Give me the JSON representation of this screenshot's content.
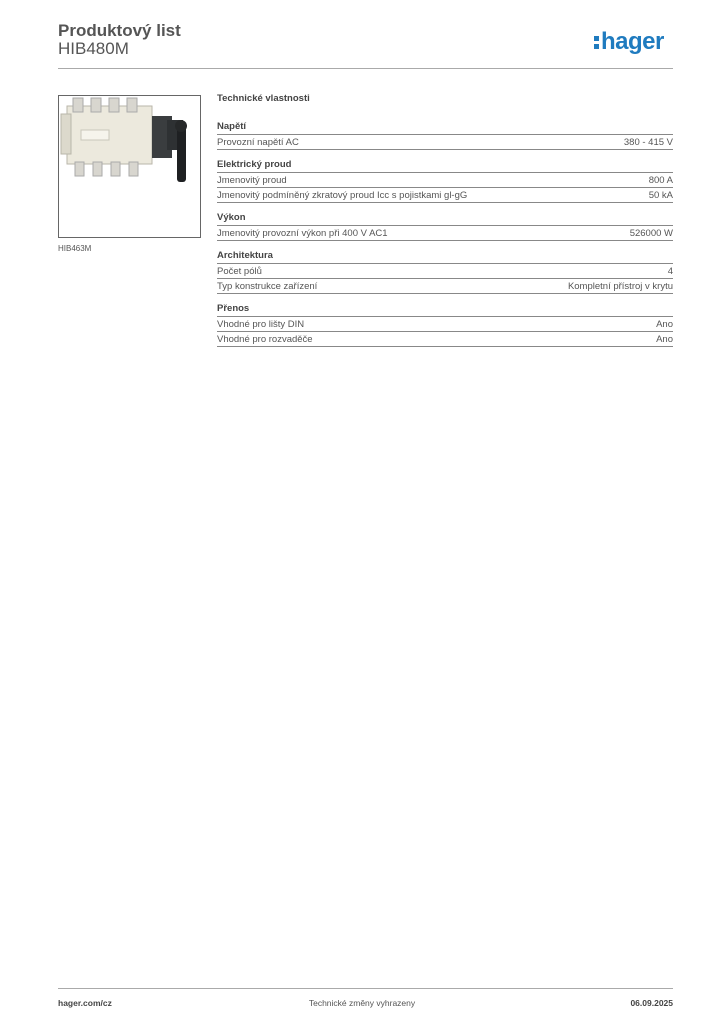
{
  "header": {
    "title": "Produktový list",
    "product_code": "HIB480M"
  },
  "logo": {
    "text": "hager",
    "color": "#1f7bbf"
  },
  "image": {
    "caption": "HIB463M"
  },
  "specs": {
    "title": "Technické vlastnosti",
    "groups": [
      {
        "title": "Napětí",
        "rows": [
          {
            "label": "Provozní napětí AC",
            "value": "380 - 415 V"
          }
        ]
      },
      {
        "title": "Elektrický proud",
        "rows": [
          {
            "label": "Jmenovitý proud",
            "value": "800 A"
          },
          {
            "label": "Jmenovitý podmíněný zkratový proud Icc s pojistkami gl-gG",
            "value": "50 kA"
          }
        ]
      },
      {
        "title": "Výkon",
        "rows": [
          {
            "label": "Jmenovitý provozní výkon při 400 V AC1",
            "value": "526000 W"
          }
        ]
      },
      {
        "title": "Architektura",
        "rows": [
          {
            "label": "Počet pólů",
            "value": "4"
          },
          {
            "label": "Typ konstrukce zařízení",
            "value": "Kompletní přístroj v krytu"
          }
        ]
      },
      {
        "title": "Přenos",
        "rows": [
          {
            "label": "Vhodné pro lišty DIN",
            "value": "Ano"
          },
          {
            "label": "Vhodné pro rozvaděče",
            "value": "Ano"
          }
        ]
      }
    ]
  },
  "footer": {
    "website": "hager.com/cz",
    "note": "Technické změny vyhrazeny",
    "date": "06.09.2025"
  }
}
